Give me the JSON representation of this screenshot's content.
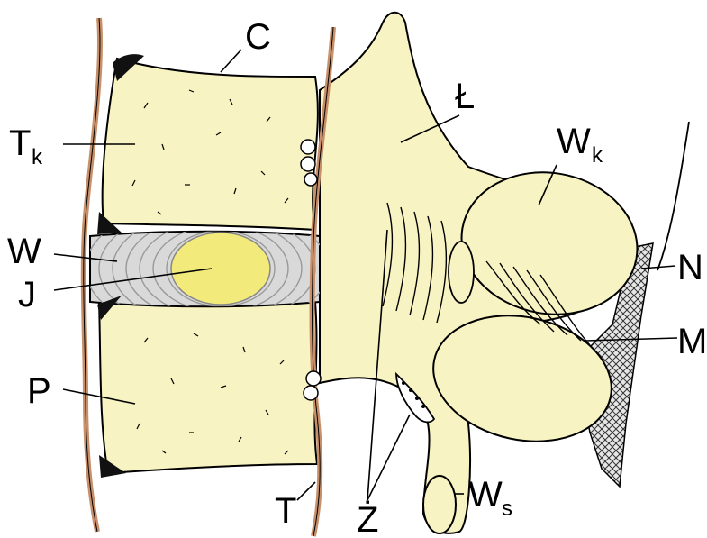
{
  "labels": {
    "C": "C",
    "Tk_main": "T",
    "Tk_sub": "k",
    "W": "W",
    "J": "J",
    "P": "P",
    "T": "T",
    "Z": "Ż",
    "Ws_main": "W",
    "Ws_sub": "s",
    "L": "Ł",
    "Wk_main": "W",
    "Wk_sub": "k",
    "N": "N",
    "M": "M"
  },
  "colors": {
    "bone": "#f8f3c2",
    "nucleus": "#f2ea7a",
    "ligament": "#c8906a",
    "cartilage_black": "#111111",
    "disc_grey": "#b5b5b5",
    "outline": "#000000"
  },
  "icons": {
    "hatched_region": "crosshatch-pattern"
  }
}
